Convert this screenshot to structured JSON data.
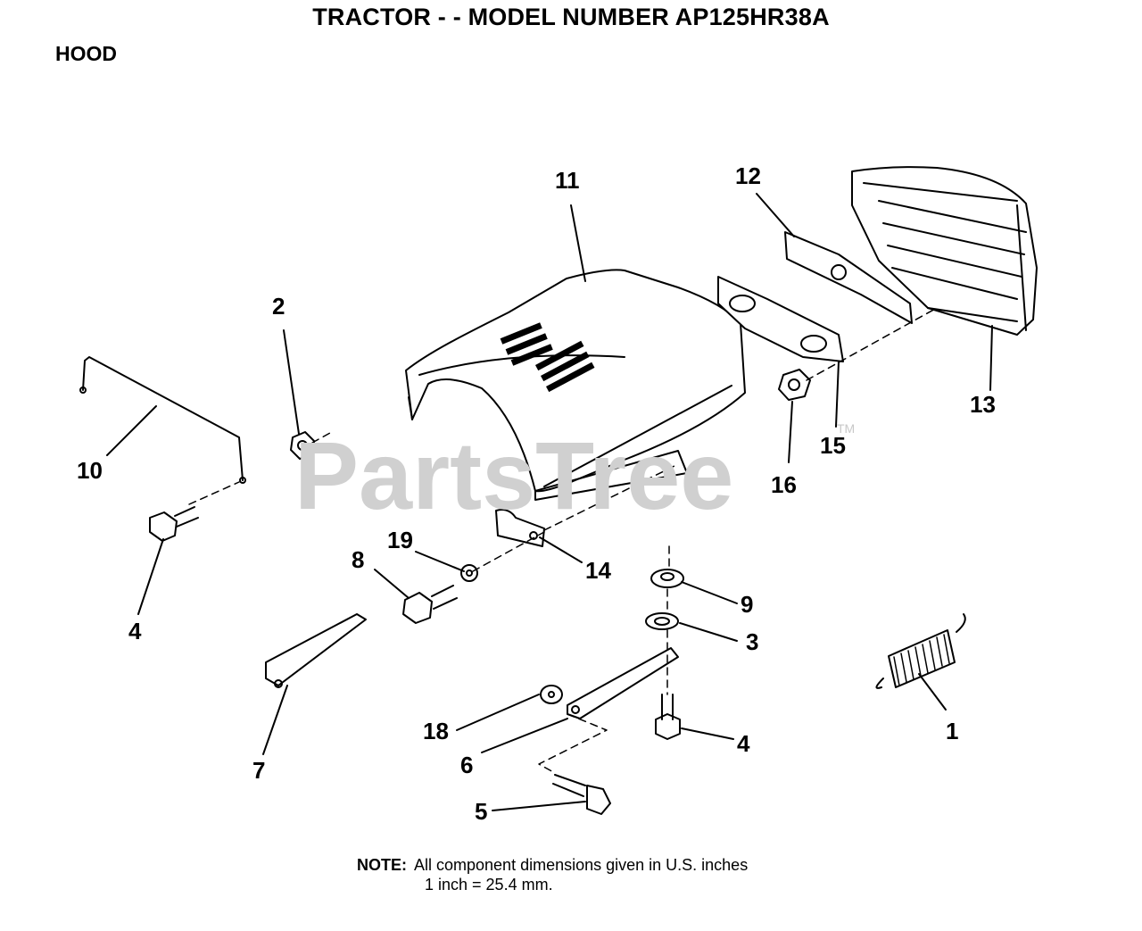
{
  "title": "TRACTOR - - MODEL NUMBER AP125HR38A",
  "section": "HOOD",
  "watermark": {
    "text": "PartsTree",
    "tm": "TM"
  },
  "callouts": {
    "c1": "1",
    "c2": "2",
    "c3": "3",
    "c4a": "4",
    "c4b": "4",
    "c5": "5",
    "c6": "6",
    "c7": "7",
    "c8": "8",
    "c9": "9",
    "c10": "10",
    "c11": "11",
    "c12": "12",
    "c13": "13",
    "c14": "14",
    "c15": "15",
    "c16": "16",
    "c18": "18",
    "c19": "19"
  },
  "note": {
    "label": "NOTE:",
    "line1": "All component dimensions given in U.S. inches",
    "line2": "1 inch = 25.4 mm."
  }
}
